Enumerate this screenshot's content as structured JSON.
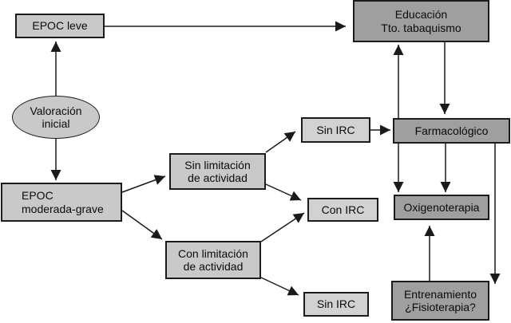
{
  "diagram": {
    "type": "flowchart",
    "language": "es",
    "colors": {
      "background": "#ffffff",
      "light_box": "#c9c9c9",
      "irc_box": "#d2d2d2",
      "dark_box": "#9f9f9f",
      "line": "#1a1a1a"
    },
    "nodes": {
      "epoc_leve": {
        "shape": "rect",
        "tone": "light",
        "lines": [
          "EPOC leve"
        ]
      },
      "educacion": {
        "shape": "rect",
        "tone": "dark",
        "lines": [
          "Educación",
          "Tto. tabaquismo"
        ]
      },
      "valoracion": {
        "shape": "ellipse",
        "tone": "light",
        "lines": [
          "Valoración",
          "inicial"
        ]
      },
      "epoc_moderada": {
        "shape": "rect",
        "tone": "light",
        "lines": [
          "EPOC",
          "moderada-grave"
        ]
      },
      "sin_limitacion": {
        "shape": "rect",
        "tone": "light",
        "lines": [
          "Sin limitación",
          "de actividad"
        ]
      },
      "con_limitacion": {
        "shape": "rect",
        "tone": "light",
        "lines": [
          "Con  limitación",
          "de actividad"
        ]
      },
      "sin_irc_1": {
        "shape": "rect",
        "tone": "lighter",
        "lines": [
          "Sin IRC"
        ]
      },
      "con_irc": {
        "shape": "rect",
        "tone": "lighter",
        "lines": [
          "Con IRC"
        ]
      },
      "sin_irc_2": {
        "shape": "rect",
        "tone": "lighter",
        "lines": [
          "Sin IRC"
        ]
      },
      "farmacologico": {
        "shape": "rect",
        "tone": "dark",
        "lines": [
          "Farmacológico"
        ]
      },
      "oxigenoterapia": {
        "shape": "rect",
        "tone": "dark",
        "lines": [
          "Oxigenoterapia"
        ]
      },
      "entrenamiento": {
        "shape": "rect",
        "tone": "dark",
        "lines": [
          "Entrenamiento",
          "¿Fisioterapia?"
        ]
      }
    },
    "edges": [
      {
        "from": "valoracion",
        "to": "epoc_leve"
      },
      {
        "from": "epoc_leve",
        "to": "educacion"
      },
      {
        "from": "valoracion",
        "to": "epoc_moderada"
      },
      {
        "from": "epoc_moderada",
        "to": "sin_limitacion"
      },
      {
        "from": "epoc_moderada",
        "to": "con_limitacion"
      },
      {
        "from": "sin_limitacion",
        "to": "sin_irc_1"
      },
      {
        "from": "sin_limitacion",
        "to": "con_irc"
      },
      {
        "from": "con_limitacion",
        "to": "con_irc"
      },
      {
        "from": "con_limitacion",
        "to": "sin_irc_2"
      },
      {
        "from": "sin_irc_1",
        "to": "farmacologico"
      },
      {
        "from": "farmacologico",
        "to": "educacion"
      },
      {
        "from": "educacion",
        "to": "farmacologico"
      },
      {
        "from": "farmacologico",
        "to": "oxigenoterapia"
      },
      {
        "from": "farmacologico",
        "to": "oxigenoterapia"
      },
      {
        "from": "entrenamiento",
        "to": "oxigenoterapia"
      },
      {
        "from": "farmacologico",
        "to": "entrenamiento"
      }
    ]
  }
}
